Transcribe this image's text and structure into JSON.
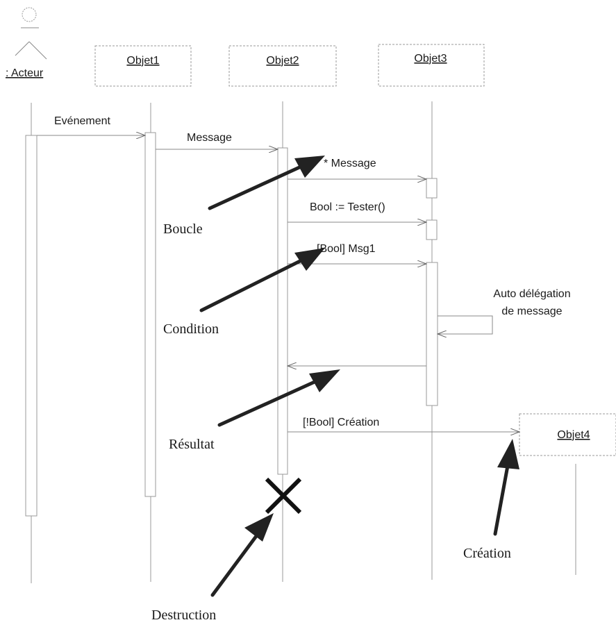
{
  "actor": {
    "label": ": Acteur"
  },
  "objects": {
    "objet1": "Objet1",
    "objet2": "Objet2",
    "objet3": "Objet3",
    "objet4": "Objet4"
  },
  "messages": {
    "evenement": "Evénement",
    "message": "Message",
    "loop_message": "* Message",
    "tester": "Bool := Tester()",
    "msg1": "[Bool] Msg1",
    "self_delegation_line1": "Auto délégation",
    "self_delegation_line2": "de message",
    "creation_message": "[!Bool] Création"
  },
  "annotations": {
    "boucle": "Boucle",
    "condition": "Condition",
    "resultat": "Résultat",
    "destruction": "Destruction",
    "creation": "Création"
  }
}
